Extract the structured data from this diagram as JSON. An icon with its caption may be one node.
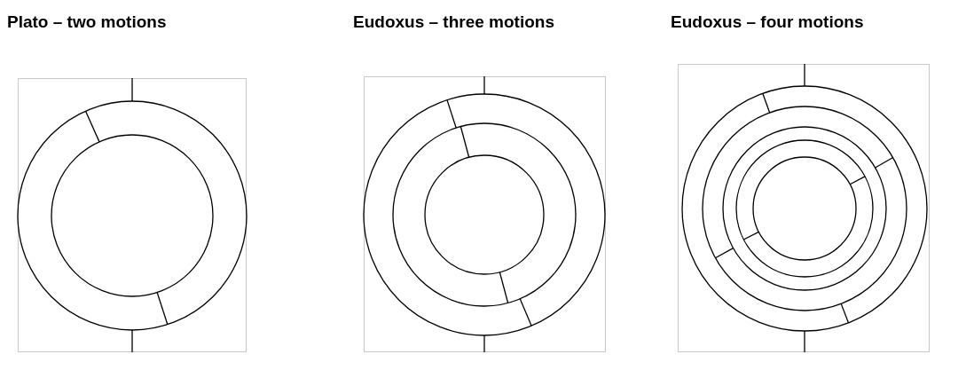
{
  "diagram": {
    "labels": [
      "Plato – two motions",
      "Eudoxus – three motions",
      "Eudoxus – four motions"
    ]
  }
}
